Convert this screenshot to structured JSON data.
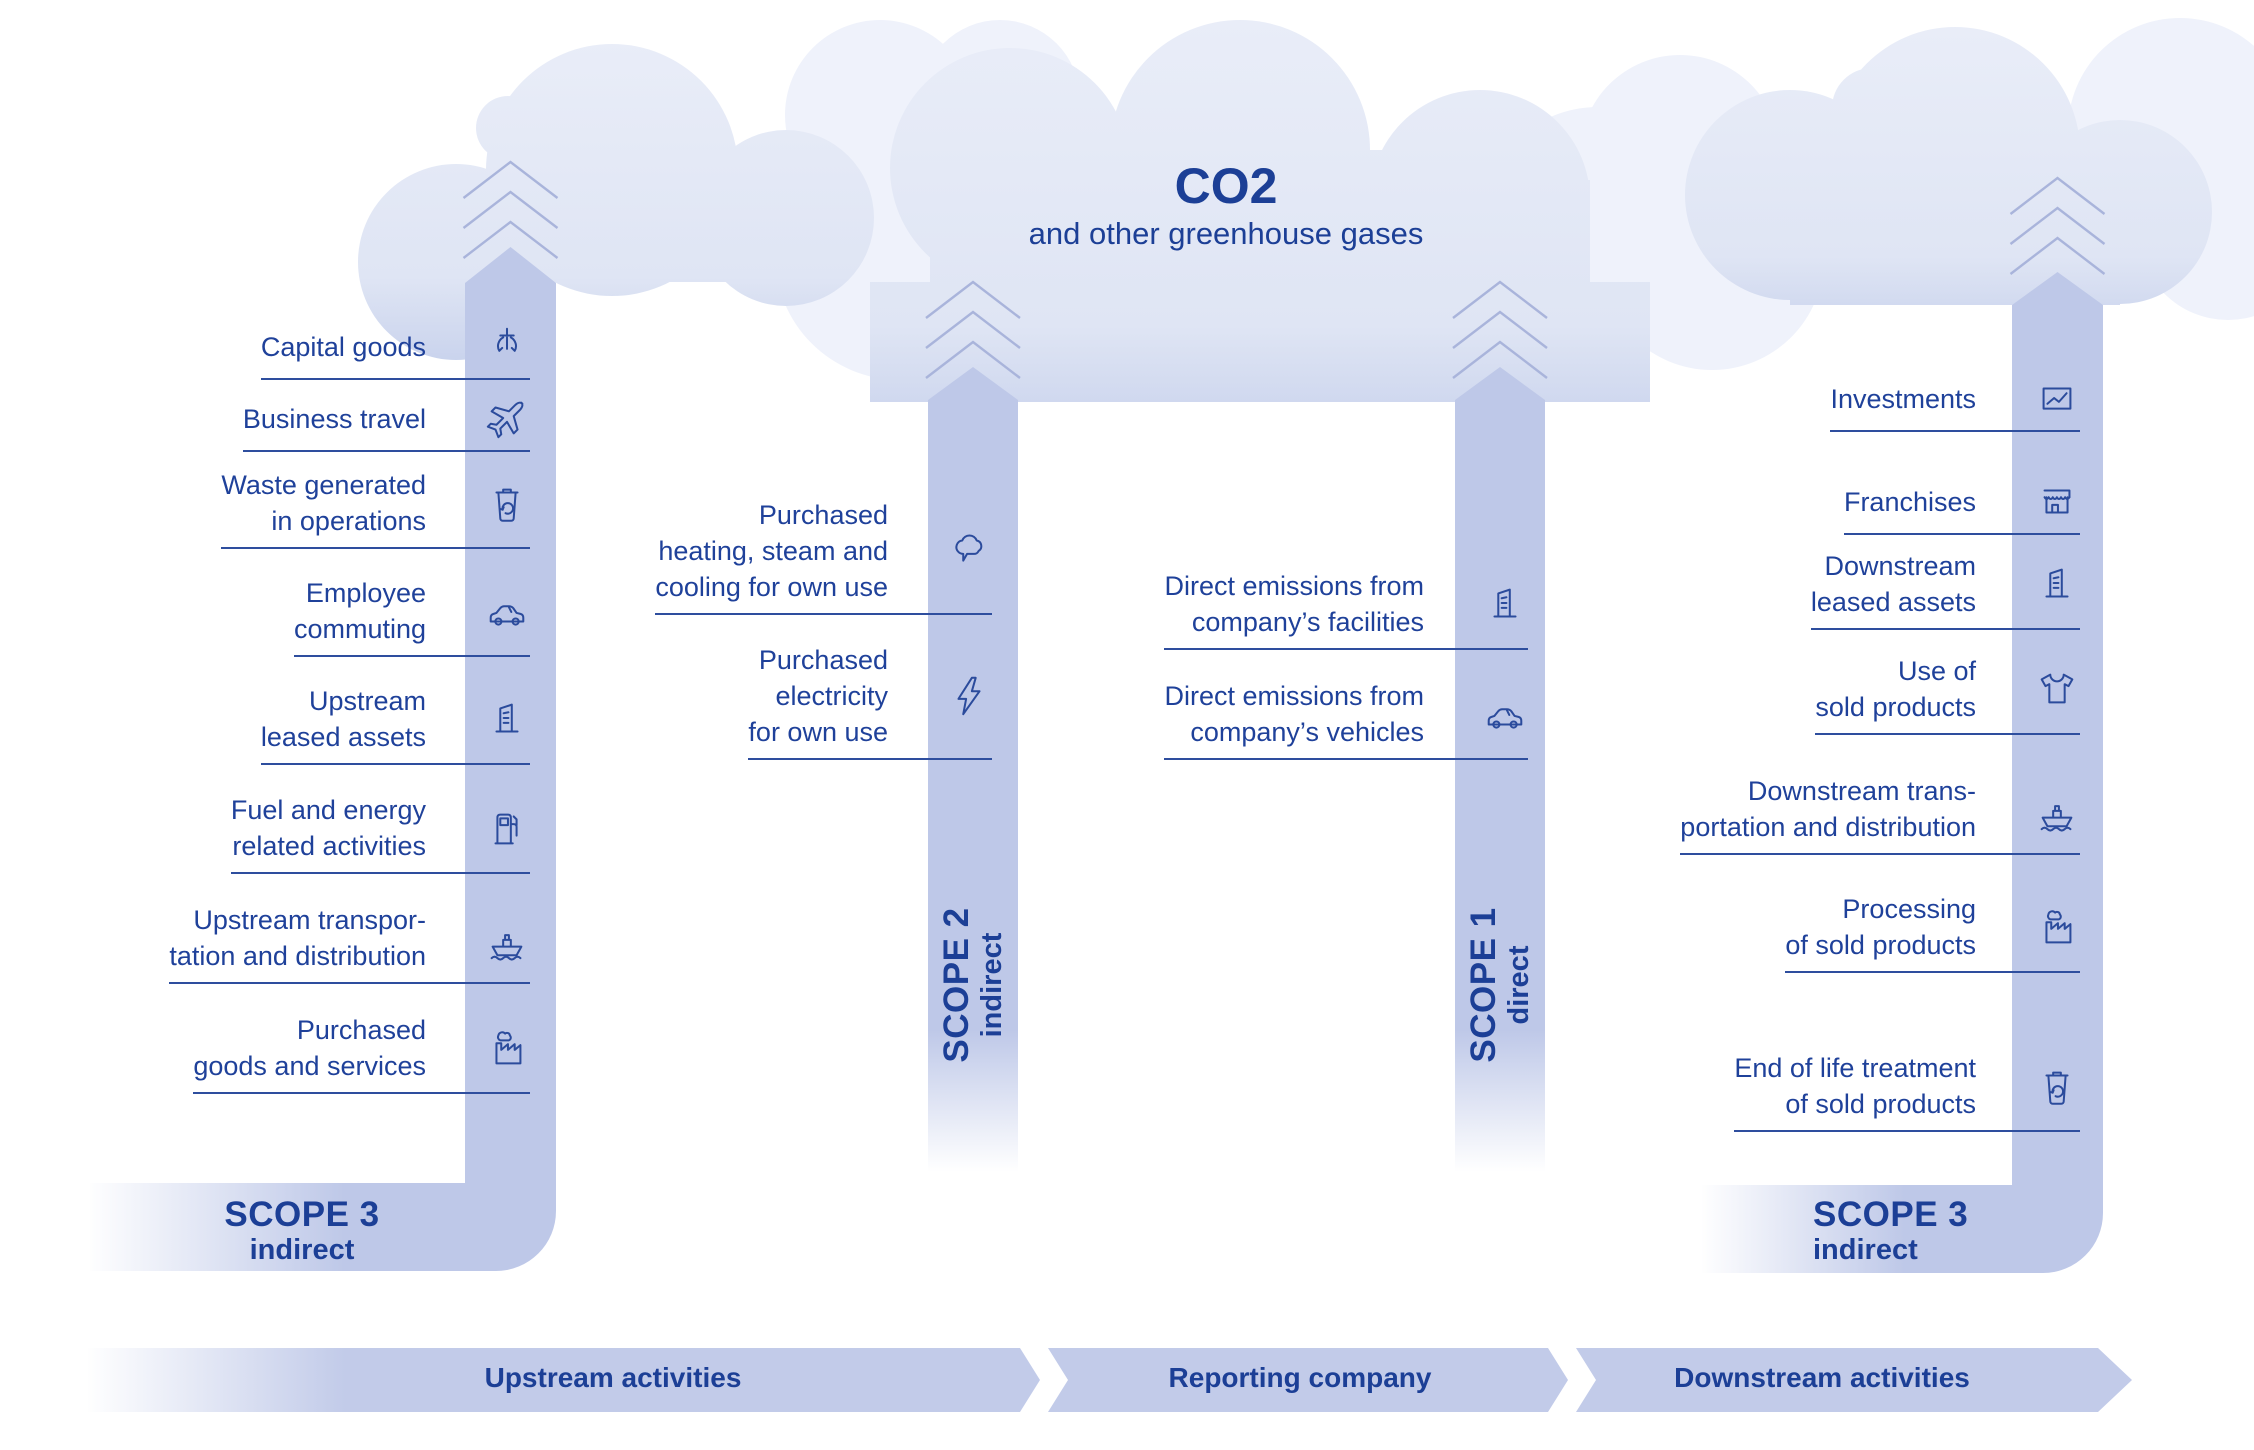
{
  "title": {
    "main": "CO2",
    "subtitle": "and other greenhouse gases"
  },
  "scopes": {
    "s3_left": {
      "name": "SCOPE 3",
      "type": "indirect"
    },
    "s2": {
      "name": "SCOPE 2",
      "type": "indirect"
    },
    "s1": {
      "name": "SCOPE 1",
      "type": "direct"
    },
    "s3_right": {
      "name": "SCOPE 3",
      "type": "indirect"
    }
  },
  "upstream": [
    {
      "label": "Capital goods",
      "icon": "capital-goods-icon"
    },
    {
      "label": "Business travel",
      "icon": "business-travel-icon"
    },
    {
      "label": "Waste generated\nin operations",
      "icon": "waste-recycle-icon"
    },
    {
      "label": "Employee\ncommuting",
      "icon": "car-icon"
    },
    {
      "label": "Upstream\nleased assets",
      "icon": "building-icon"
    },
    {
      "label": "Fuel and energy\nrelated activities",
      "icon": "fuel-pump-icon"
    },
    {
      "label": "Upstream transpor-\ntation and distribution",
      "icon": "ship-icon"
    },
    {
      "label": "Purchased\ngoods and services",
      "icon": "factory-icon"
    }
  ],
  "scope2_items": [
    {
      "label": "Purchased\nheating, steam and\ncooling for own use",
      "icon": "steam-icon"
    },
    {
      "label": "Purchased\nelectricity\nfor own use",
      "icon": "lightning-icon"
    }
  ],
  "scope1_items": [
    {
      "label": "Direct emissions from\ncompany’s facilities",
      "icon": "building-icon"
    },
    {
      "label": "Direct emissions from\ncompany’s vehicles",
      "icon": "car-icon"
    }
  ],
  "downstream": [
    {
      "label": "Investments",
      "icon": "investments-chart-icon"
    },
    {
      "label": "Franchises",
      "icon": "storefront-icon"
    },
    {
      "label": "Downstream\nleased assets",
      "icon": "building-icon"
    },
    {
      "label": "Use of\nsold products",
      "icon": "tshirt-icon"
    },
    {
      "label": "Downstream trans-\nportation and distribution",
      "icon": "ship-icon"
    },
    {
      "label": "Processing\nof sold products",
      "icon": "factory-icon"
    },
    {
      "label": "End of life treatment\nof sold products",
      "icon": "waste-recycle-icon"
    }
  ],
  "banner": {
    "upstream": "Upstream activities",
    "reporting": "Reporting company",
    "downstream": "Downstream activities"
  },
  "colors": {
    "text": "#1f419a",
    "heading": "#1c3f96",
    "bar": "#bec8e8",
    "banner": "#c2cbe9",
    "cloud_top": "#e9edf8",
    "cloud_bottom": "#c7d1ec",
    "cloud_back": "#eff2fb",
    "chevron": "#a9b4db",
    "line": "#2e4e9e"
  }
}
